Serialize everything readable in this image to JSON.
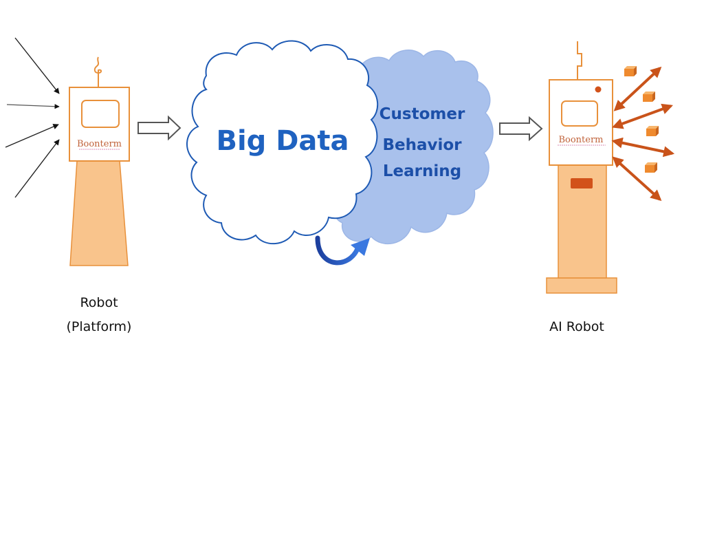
{
  "diagram": {
    "left_robot": {
      "brand": "Boonterm",
      "label_line1": "Robot",
      "label_line2": "(Platform)",
      "input_arrow_count": 4
    },
    "big_data_cloud": {
      "label": "Big Data"
    },
    "learning_cloud": {
      "line1": "Customer",
      "line2": "Behavior",
      "line3": "Learning"
    },
    "right_robot": {
      "brand": "Boonterm",
      "label": "AI Robot",
      "product_box_count": 4,
      "bidirectional_arrow_count": 4
    },
    "icons": {
      "flow_arrow": "hollow-right-arrow",
      "cycle_arrow": "curved-up-arrow",
      "product": "box-icon"
    },
    "colors": {
      "robot_outline": "#e8903a",
      "robot_fill": "#f9c48c",
      "robot_accent": "#d2521a",
      "brand_text": "#c0623a",
      "cloud_outline": "#1e5ab4",
      "big_data_text": "#1f62c0",
      "learning_cloud_fill": "#a9c1ec",
      "learning_text": "#1c4fa8",
      "label_text": "#111111",
      "flow_arrow_stroke": "#555555",
      "cycle_arrow": "#2450c2",
      "data_arrow": "#c9531a"
    }
  }
}
